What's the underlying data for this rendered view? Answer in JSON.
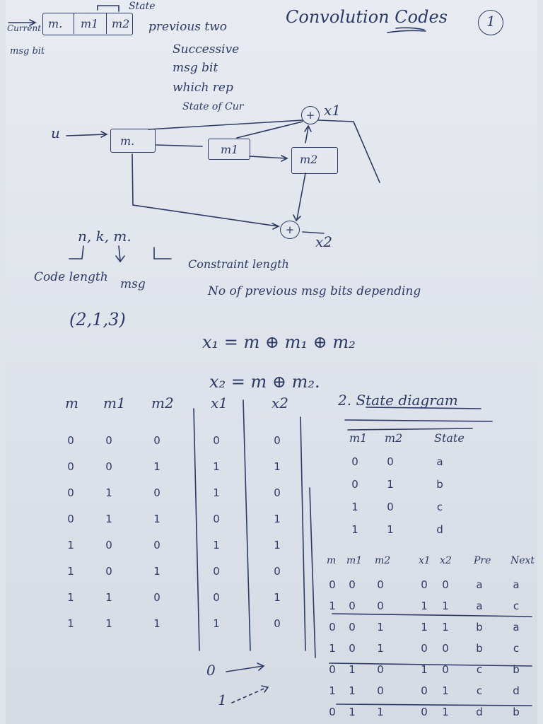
{
  "title": "Convolution Codes",
  "page_number": "1",
  "header": {
    "reg_box": [
      "m.",
      "m1",
      "m2"
    ],
    "state_label": "State",
    "current_label": "Current",
    "msg_bit_label": "msg bit",
    "previous_note": "previous two",
    "note_lines": [
      "Successive",
      "msg bit",
      "which rep",
      "State of Cur"
    ]
  },
  "encoder": {
    "input": "u",
    "regs": [
      "m.",
      "m1",
      "m2"
    ],
    "out1": "x1",
    "out2": "x2"
  },
  "params": {
    "symbols": "n,  k,  m.",
    "code_length": "Code length",
    "msg": "msg",
    "constraint_length": "Constraint length",
    "previous_note": "No of previous msg bits depending",
    "value": "(2,1,3)"
  },
  "equations": {
    "x1": "x₁ = m ⊕ m₁ ⊕ m₂",
    "x2": "x₂ = m ⊕ m₂."
  },
  "truth_table": {
    "headers": [
      "m",
      "m1",
      "m2",
      "x1",
      "x2"
    ],
    "rows": [
      [
        "0",
        "0",
        "0",
        "0",
        "0"
      ],
      [
        "0",
        "0",
        "1",
        "1",
        "1"
      ],
      [
        "0",
        "1",
        "0",
        "1",
        "0"
      ],
      [
        "0",
        "1",
        "1",
        "0",
        "1"
      ],
      [
        "1",
        "0",
        "0",
        "1",
        "1"
      ],
      [
        "1",
        "0",
        "1",
        "0",
        "0"
      ],
      [
        "1",
        "1",
        "0",
        "0",
        "1"
      ],
      [
        "1",
        "1",
        "1",
        "1",
        "0"
      ]
    ]
  },
  "state_diagram": {
    "title": "2.  State diagram",
    "headers": [
      "m1",
      "m2",
      "State"
    ],
    "rows": [
      [
        "0",
        "0",
        "a"
      ],
      [
        "0",
        "1",
        "b"
      ],
      [
        "1",
        "0",
        "c"
      ],
      [
        "1",
        "1",
        "d"
      ]
    ]
  },
  "transition_table": {
    "headers": [
      "m",
      "m1",
      "m2",
      "x1",
      "x2",
      "Pre",
      "Next"
    ],
    "rows": [
      [
        "0",
        "0",
        "0",
        "0",
        "0",
        "a",
        "a"
      ],
      [
        "1",
        "0",
        "0",
        "1",
        "1",
        "a",
        "c"
      ],
      [
        "0",
        "0",
        "1",
        "1",
        "1",
        "b",
        "a"
      ],
      [
        "1",
        "0",
        "1",
        "0",
        "0",
        "b",
        "c"
      ],
      [
        "0",
        "1",
        "0",
        "1",
        "0",
        "c",
        "b"
      ],
      [
        "1",
        "1",
        "0",
        "0",
        "1",
        "c",
        "d"
      ],
      [
        "0",
        "1",
        "1",
        "0",
        "1",
        "d",
        "b"
      ]
    ]
  },
  "legend": {
    "solid": "0",
    "dashed": "1"
  }
}
